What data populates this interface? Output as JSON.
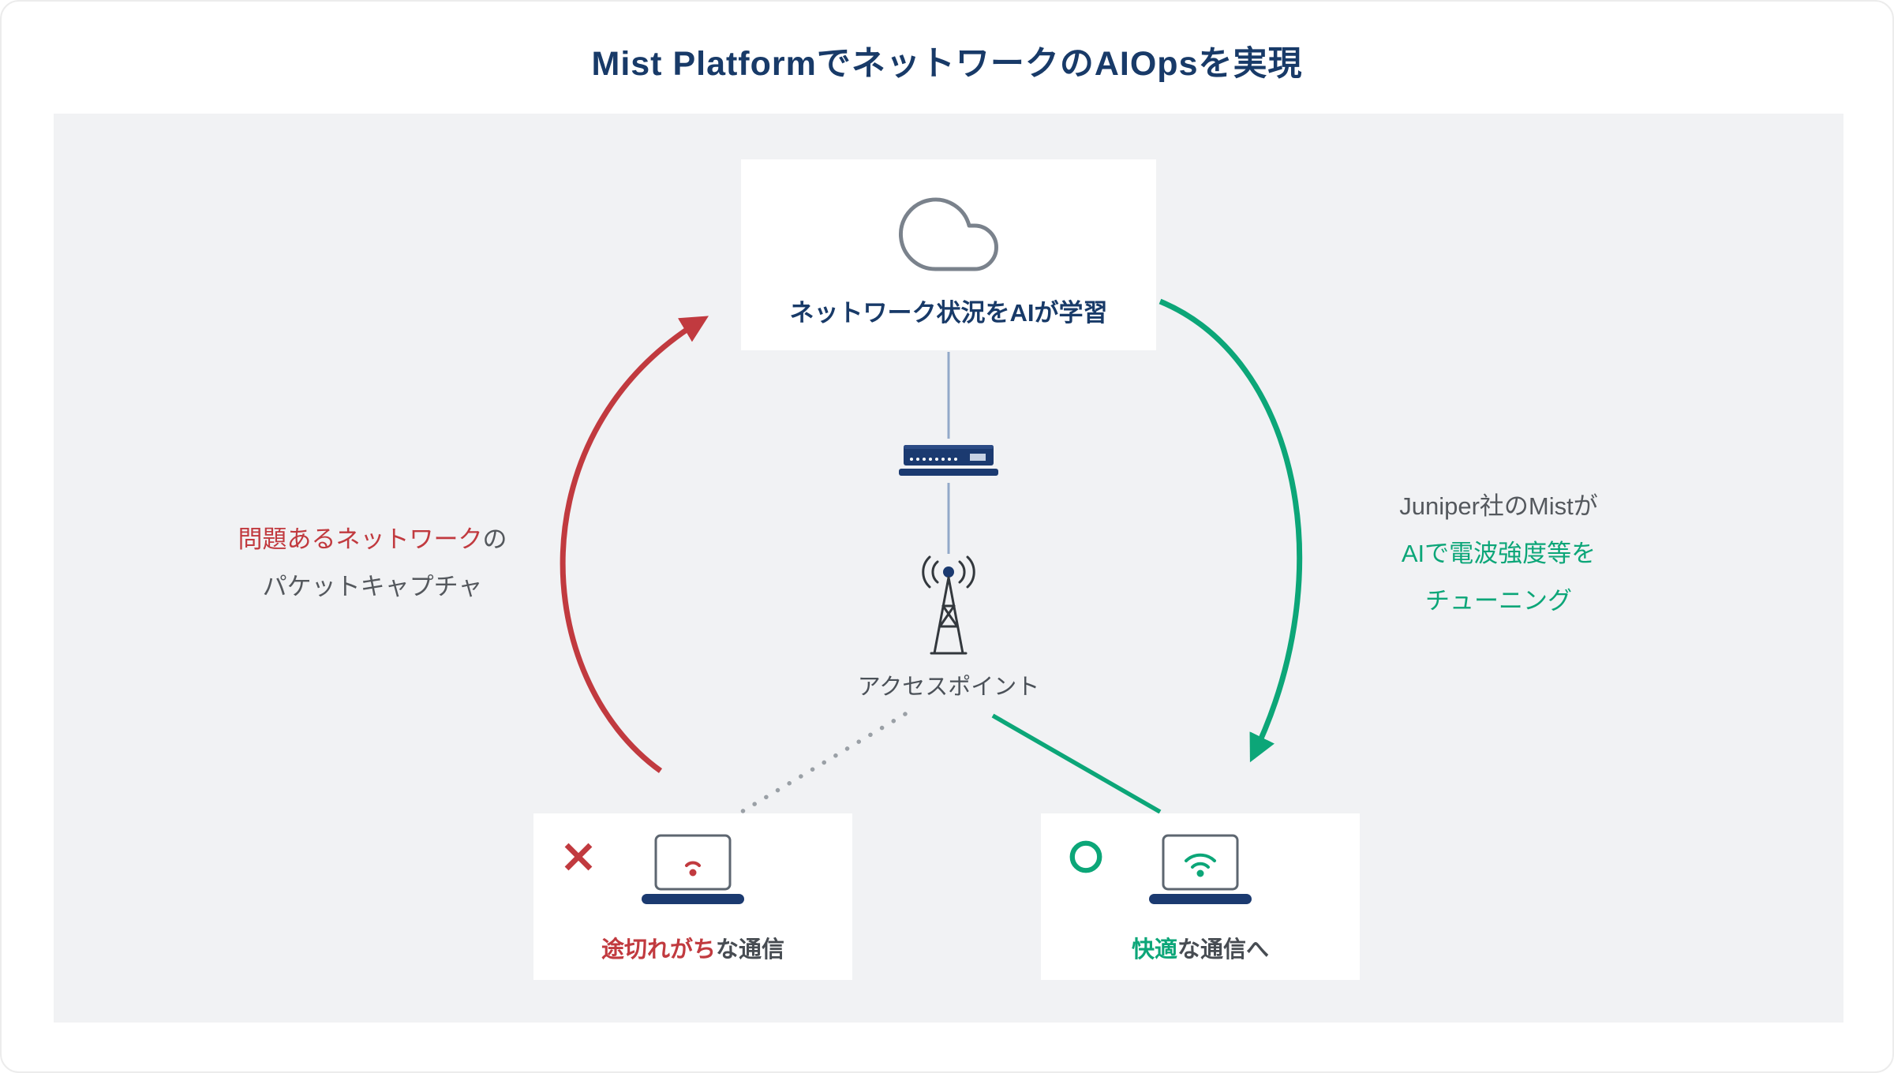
{
  "title": "Mist PlatformでネットワークのAIOpsを実現",
  "colors": {
    "navy": "#183a68",
    "red": "#c13a3f",
    "green": "#0ca678",
    "gray_text": "#54585d",
    "panel_bg": "#f1f2f4",
    "connector_blue": "#93a9c9",
    "dotted_gray": "#9aa0a6"
  },
  "cloud_node": {
    "icon": "cloud-icon",
    "label": "ネットワーク状況をAIが学習"
  },
  "switch_node": {
    "icon": "switch-icon"
  },
  "access_point": {
    "icon": "antenna-icon",
    "label": "アクセスポイント"
  },
  "left_annotation": {
    "line1_accent": "問題あるネットワーク",
    "line1_rest": "の",
    "line2": "パケットキャプチャ"
  },
  "right_annotation": {
    "line1": "Juniper社のMistが",
    "line2": "AIで電波強度等を",
    "line3": "チューニング"
  },
  "bad_box": {
    "mark": "×",
    "mark_icon": "cross-mark-icon",
    "laptop_icon": "laptop-weak-wifi-icon",
    "label_accent": "途切れがち",
    "label_rest": "な通信"
  },
  "good_box": {
    "mark": "○",
    "mark_icon": "circle-mark-icon",
    "laptop_icon": "laptop-strong-wifi-icon",
    "label_accent": "快適",
    "label_rest": "な通信へ"
  }
}
